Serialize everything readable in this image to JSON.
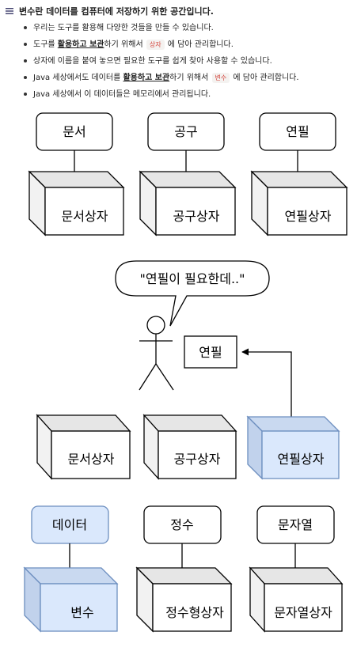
{
  "header": {
    "title": "변수란 데이터를 컴퓨터에 저장하기 위한 공간입니다.",
    "toggle_icon": "list-toggle-icon"
  },
  "notes": {
    "n1": "우리는 도구를 활용해 다양한 것들을 만들 수 있습니다.",
    "n2_a": "도구를 ",
    "n2_b": "활용하고 보관",
    "n2_c": "하기 위해서 ",
    "n2_tag": "상자",
    "n2_d": " 에 담아 관리합니다.",
    "n3": "상자에 이름을 붙여 놓으면 필요한 도구를 쉽게 찾아 사용할 수 있습니다.",
    "n4_a": "Java 세상에서도 데이터를 ",
    "n4_b": "활용하고 보관",
    "n4_c": "하기 위해서 ",
    "n4_tag": "변수",
    "n4_d": " 에 담아 관리합니다.",
    "n5": "Java 세상에서 이 데이터들은 메모리에서 관리됩니다."
  },
  "diagram1": {
    "items": [
      "문서",
      "공구",
      "연필"
    ],
    "boxes": [
      "문서상자",
      "공구상자",
      "연필상자"
    ]
  },
  "scene": {
    "speech": "\"연필이 필요한데..\"",
    "picked": "연필",
    "boxes": [
      "문서상자",
      "공구상자",
      "연필상자"
    ]
  },
  "diagram3": {
    "items": [
      "데이터",
      "정수",
      "문자열"
    ],
    "boxes": [
      "변수",
      "정수형상자",
      "문자열상자"
    ]
  },
  "colors": {
    "highlight_fill": "#dae8fc",
    "highlight_stroke": "#6c8ebf",
    "box_top": "#e6e6e6",
    "box_side": "#f2f2f2"
  }
}
